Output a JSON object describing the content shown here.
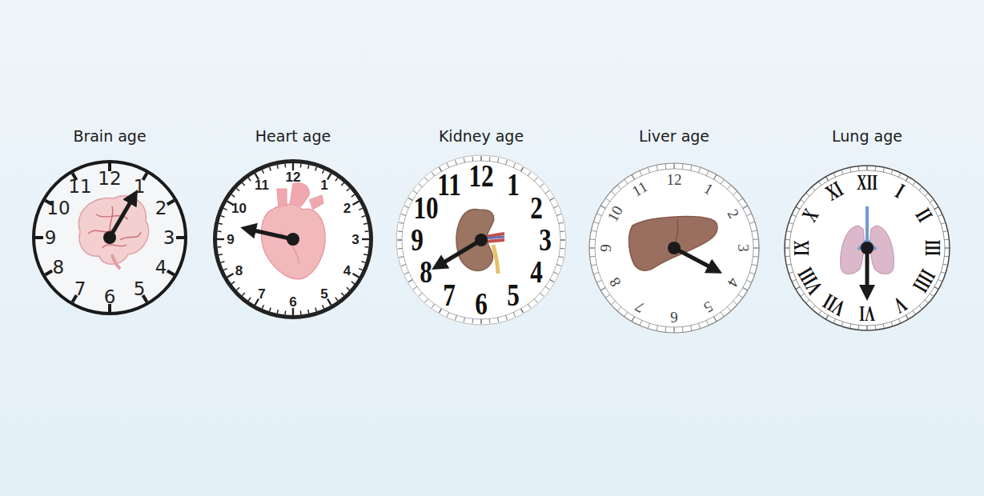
{
  "diagram": {
    "nodes": [
      {
        "text": [
          "Brain age"
        ]
      },
      {
        "text": [
          "Heart age"
        ]
      },
      {
        "text": [
          "Kidney age"
        ]
      },
      {
        "text": [
          "Liver age"
        ]
      },
      {
        "text": [
          "Lung age"
        ]
      }
    ],
    "labels": [
      "12",
      "1",
      "2",
      "3",
      "4",
      "5",
      "6",
      "7",
      "8",
      "9",
      "10",
      "11",
      "12",
      "1",
      "2",
      "3",
      "4",
      "5",
      "6",
      "7",
      "8",
      "9",
      "10",
      "11",
      "12",
      "1",
      "2",
      "3",
      "4",
      "5",
      "6",
      "7",
      "8",
      "9",
      "10",
      "11",
      "12",
      "1",
      "2",
      "3",
      "4",
      "5",
      "6",
      "7",
      "8",
      "9",
      "10",
      "11",
      "XII",
      "I",
      "II",
      "III",
      "IIII",
      "V",
      "VI",
      "VII",
      "VIII",
      "IX",
      "X",
      "XI"
    ]
  }
}
